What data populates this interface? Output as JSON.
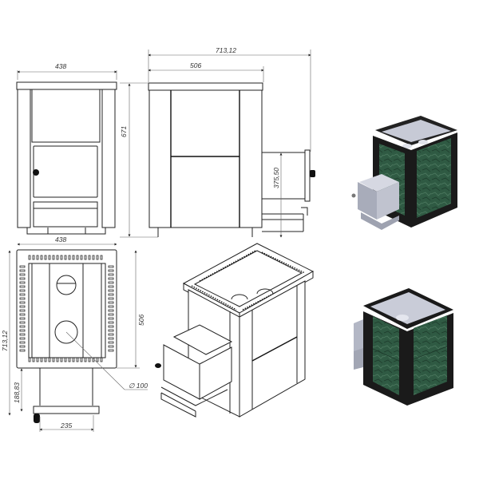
{
  "drawing": {
    "subject": "sauna-stove technical drawing",
    "units": "mm",
    "views": {
      "front": {
        "width_label": "438"
      },
      "side": {
        "overall_depth_label": "713,12",
        "body_depth_label": "506",
        "height_label": "671",
        "firebox_height_label": "375,50"
      },
      "top": {
        "width_label": "438",
        "depth_label": "506",
        "overall_depth_label": "713,12",
        "firebox_extension_label": "188,83",
        "firebox_width_label": "235",
        "flue_diameter_label": "∅ 100"
      },
      "isometric_line": {},
      "render_with_firebox": {},
      "render_compact": {}
    },
    "colors": {
      "line": "#222222",
      "frame": "#1a1a1a",
      "stone": "#2f5a43",
      "steel": "#b8bcc8"
    }
  }
}
